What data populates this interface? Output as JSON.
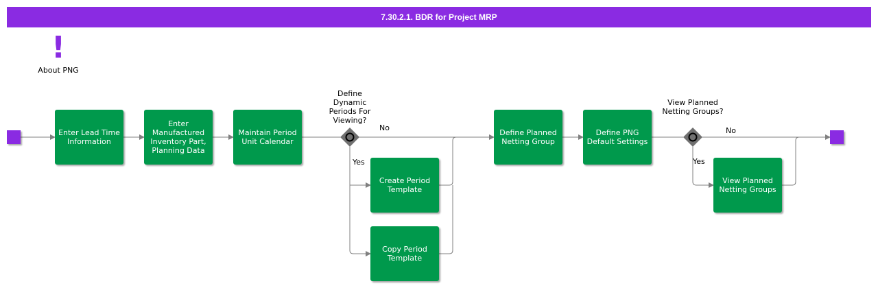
{
  "header": {
    "title": "7.30.2.1. BDR for Project MRP"
  },
  "annotation": {
    "label": "About PNG",
    "icon": "exclamation-icon"
  },
  "activities": {
    "enter_lead_time": "Enter Lead Time Information",
    "enter_manufactured": "Enter Manufactured Inventory Part, Planning Data",
    "maintain_period": "Maintain Period Unit Calendar",
    "create_period_template": "Create Period Template",
    "copy_period_template": "Copy Period Template",
    "define_planned_netting": "Define Planned Netting Group",
    "define_png_defaults": "Define PNG Default Settings",
    "view_planned_netting": "View Planned Netting Groups"
  },
  "gateways": {
    "g1": {
      "question": "Define Dynamic Periods For Viewing?",
      "no": "No",
      "yes": "Yes"
    },
    "g2": {
      "question": "View Planned Netting Groups?",
      "no": "No",
      "yes": "Yes"
    }
  },
  "colors": {
    "accent": "#8a2be2",
    "activity": "#00994c",
    "connector": "#808080"
  }
}
